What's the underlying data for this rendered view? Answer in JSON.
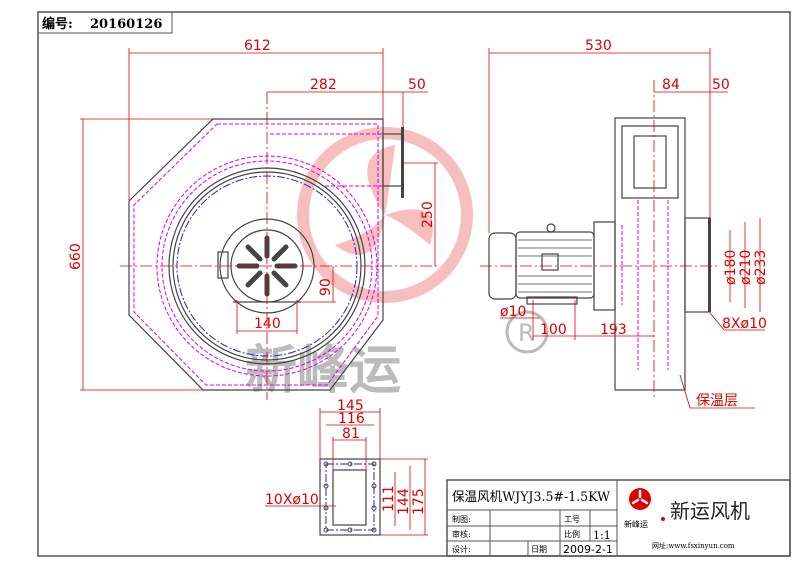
{
  "drawing_number": {
    "label": "编号:",
    "value": "20160126"
  },
  "front_view": {
    "dims": {
      "width": "612",
      "outlet_offset": "282",
      "flange": "50",
      "height": "660",
      "outlet_height": "250",
      "motor_offset": "90",
      "base_width": "140"
    }
  },
  "side_view": {
    "dims": {
      "length": "530",
      "width": "84",
      "flange": "50",
      "d1": "ø180",
      "d2": "ø210",
      "d3": "ø233",
      "holes": "8Xø10",
      "foot_hole": "ø10",
      "foot_span": "100",
      "motor_to_case": "193"
    },
    "insulation_label": "保温层"
  },
  "outlet_view": {
    "dims": {
      "w1": "145",
      "w2": "116",
      "w3": "81",
      "h1": "111",
      "h2": "144",
      "h3": "175",
      "holes": "10Xø10"
    }
  },
  "watermark": {
    "text": "新峰运",
    "registered": "R"
  },
  "title_block": {
    "title": "保温风机WJYJ3.5#-1.5KW",
    "drawn_label": "制图:",
    "checked_label": "审核:",
    "design_label": "设计:",
    "job_label": "工号",
    "scale_label": "比例",
    "scale_value": "1:1",
    "date_label": "日期",
    "date_value": "2009-2-1",
    "company_small": "新峰运",
    "company": "新运风机",
    "website": "网址:www.fsxinyun.com"
  },
  "colors": {
    "dimension": "#e00000",
    "insulation": "#e000e0",
    "bolt_circle": "#2020e0",
    "outline": "#444444"
  }
}
